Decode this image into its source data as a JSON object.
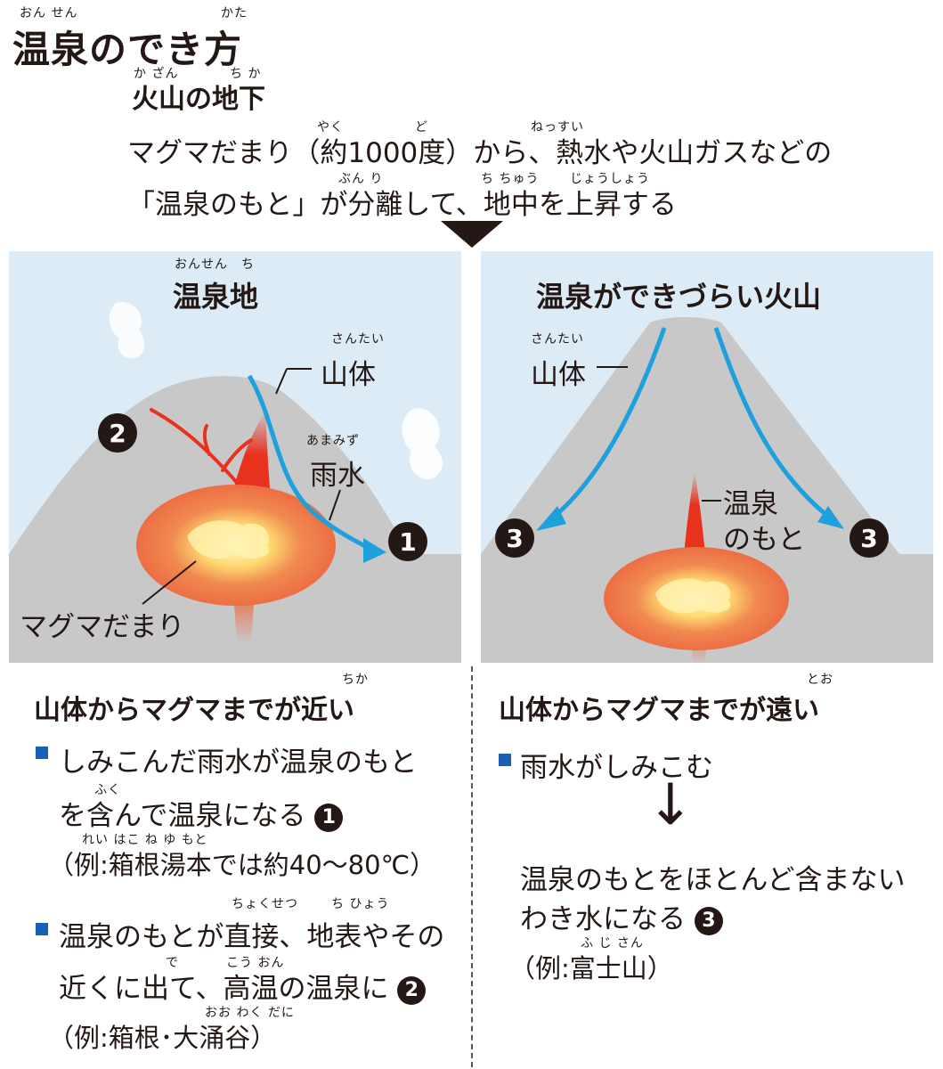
{
  "title": {
    "text": "温泉のでき方",
    "ruby_onsen": "おん せん",
    "ruby_kata": "かた"
  },
  "underground": {
    "heading": "火山の地下",
    "ruby_kazan": "か ざん",
    "ruby_chika": "ち か",
    "line1": "マグマだまり（約1000度）から、熱水や火山ガスなどの",
    "line1_ruby_yaku": "やく",
    "line1_ruby_do": "ど",
    "line1_ruby_nessui": "ねっすい",
    "line2": "「温泉のもと」が分離して、地中を上昇する",
    "line2_ruby_bunri": "ぶん り",
    "line2_ruby_chichuu": "ち ちゅう",
    "line2_ruby_joushou": "じょうしょう"
  },
  "left_panel": {
    "title": "温泉地",
    "title_ruby": "おんせん　ち",
    "mountain_label": "山体",
    "mountain_ruby": "さんたい",
    "rain_label": "雨水",
    "rain_ruby": "あまみず",
    "magma_label": "マグマだまり",
    "marker_1": "1",
    "marker_2": "2"
  },
  "right_panel": {
    "title": "温泉ができづらい火山",
    "mountain_label": "山体",
    "mountain_ruby": "さんたい",
    "source_label_1": "温泉",
    "source_label_2": "のもと",
    "marker_3": "3"
  },
  "left_text": {
    "heading": "山体からマグマまでが近い",
    "heading_ruby": "ちか",
    "b1_line1": "しみこんだ雨水が温泉のもと",
    "b1_line2": "を含んで温泉になる",
    "b1_ruby_fuku": "ふく",
    "b1_num": "1",
    "b1_example": "（例:箱根湯本では約40～80℃）",
    "b1_example_ruby": "れい  はこ ね    ゆ もと",
    "b2_line1": "温泉のもとが直接、地表やその",
    "b2_ruby_chokusetsu": "ちょくせつ",
    "b2_ruby_chihyou": "ち ひょう",
    "b2_line2": "近くに出て、高温の温泉に",
    "b2_ruby_de": "で",
    "b2_ruby_kouon": "こう おん",
    "b2_num": "2",
    "b2_example": "（例:箱根･大涌谷）",
    "b2_example_ruby": "おお わく だに"
  },
  "right_text": {
    "heading": "山体からマグマまでが遠い",
    "heading_ruby": "とお",
    "b1": "雨水がしみこむ",
    "arrow": "↓",
    "result_line1": "温泉のもとをほとんど含まない",
    "result_line2": "わき水になる",
    "result_num": "3",
    "example": "（例:富士山）",
    "example_ruby": "ふ  じ  さん"
  },
  "colors": {
    "sky": "#dcebf6",
    "mountain": "#c8c8c8",
    "ground": "#c8c8c8",
    "water": "#1ea0dc",
    "magma_red": "#e8321e",
    "magma_orange": "#f07850",
    "bullet": "#1a5fb4"
  }
}
